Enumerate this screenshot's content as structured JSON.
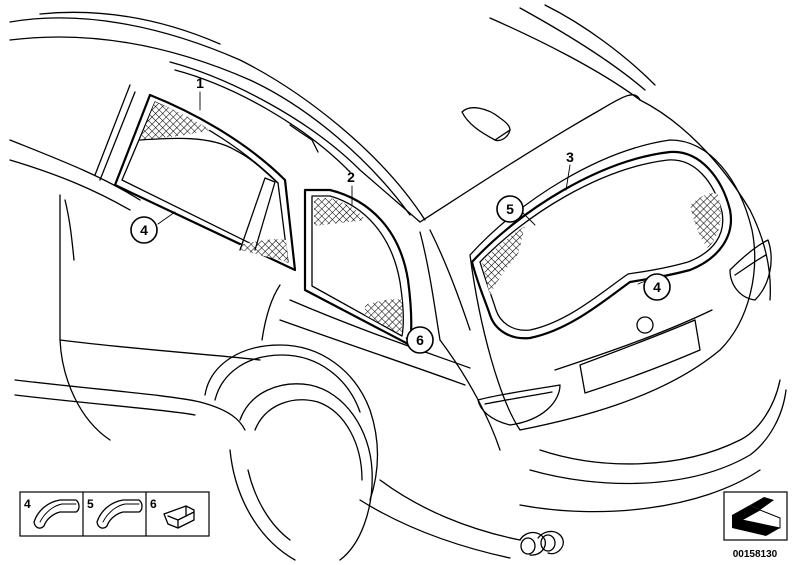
{
  "callouts": {
    "c1": "1",
    "c2": "2",
    "c3": "3",
    "c4a": "4",
    "c4b": "4",
    "c5": "5",
    "c6": "6"
  },
  "legend": {
    "items": [
      {
        "label": "4"
      },
      {
        "label": "5"
      },
      {
        "label": "6"
      }
    ]
  },
  "diagram_id": "00158130",
  "icons": {
    "legend_item_4": "seal-profile-icon",
    "legend_item_5": "seal-profile-icon",
    "legend_item_6": "clip-icon",
    "corner": "assembly-view-icon"
  }
}
